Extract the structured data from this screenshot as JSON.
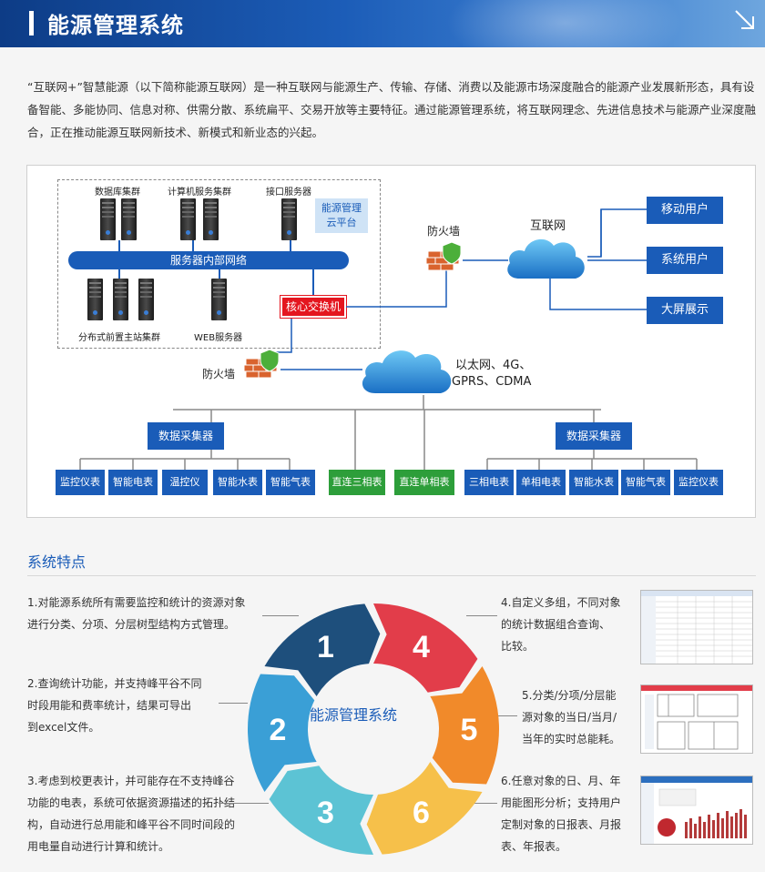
{
  "header": {
    "title": "能源管理系统"
  },
  "intro": "“互联网+”智慧能源（以下简称能源互联网）是一种互联网与能源生产、传输、存储、消费以及能源市场深度融合的能源产业发展新形态，具有设备智能、多能协同、信息对称、供需分散、系统扁平、交易开放等主要特征。通过能源管理系统，将互联网理念、先进信息技术与能源产业深度融合，正在推动能源互联网新技术、新模式和新业态的兴起。",
  "diagram": {
    "db_cluster": "数据库集群",
    "compute_cluster": "计算机服务集群",
    "interface_server": "接口服务器",
    "cloud_platform_line1": "能源管理",
    "cloud_platform_line2": "云平台",
    "bus": "服务器内部网络",
    "frontend_cluster": "分布式前置主站集群",
    "web_server": "WEB服务器",
    "core_switch": "核心交换机",
    "firewall_top": "防火墙",
    "firewall_bottom": "防火墙",
    "internet": "互联网",
    "network_line1": "以太网、4G、",
    "network_line2": "GPRS、CDMA",
    "users": [
      "移动用户",
      "系统用户",
      "大屏展示"
    ],
    "collector_left": "数据采集器",
    "collector_right": "数据采集器",
    "devices_left": [
      "监控仪表",
      "智能电表",
      "温控仪",
      "智能水表",
      "智能气表"
    ],
    "devices_mid": [
      "直连三相表",
      "直连单相表"
    ],
    "devices_right": [
      "三相电表",
      "单相电表",
      "智能水表",
      "智能气表",
      "监控仪表"
    ]
  },
  "features": {
    "title": "系统特点",
    "center": "能源管理系统",
    "numbers": [
      "1",
      "4",
      "2",
      "5",
      "3",
      "6"
    ],
    "f1": [
      "1.对能源系统所有需要监控和统计的资源对象",
      "进行分类、分项、分层树型结构方式管理。"
    ],
    "f2": [
      "2.查询统计功能，并支持峰平谷不同",
      "时段用能和费率统计，结果可导出",
      "到excel文件。"
    ],
    "f3": [
      "3.考虑到校更表计，并可能存在不支持峰谷",
      "功能的电表，系统可依据资源描述的拓扑结",
      "构，自动进行总用能和峰平谷不同时间段的",
      "用电量自动进行计算和统计。"
    ],
    "f4": [
      "4.自定义多组，不同对象",
      "的统计数据组合查询、",
      "比较。"
    ],
    "f5": [
      "5.分类/分项/分层能",
      "源对象的当日/当月/",
      "当年的实时总能耗。"
    ],
    "f6": [
      "6.任意对象的日、月、年",
      "用能图形分析；支持用户",
      "定制对象的日报表、月报",
      "表、年报表。"
    ]
  },
  "colors": {
    "blue": "#1a5cb8",
    "red": "#e4161f",
    "green": "#2d9e3a",
    "seg1": "#1e4f7c",
    "seg2": "#3a9fd6",
    "seg3": "#5cc3d4",
    "seg4": "#e23d4a",
    "seg5": "#f18a2a",
    "seg6": "#f6c04a"
  }
}
